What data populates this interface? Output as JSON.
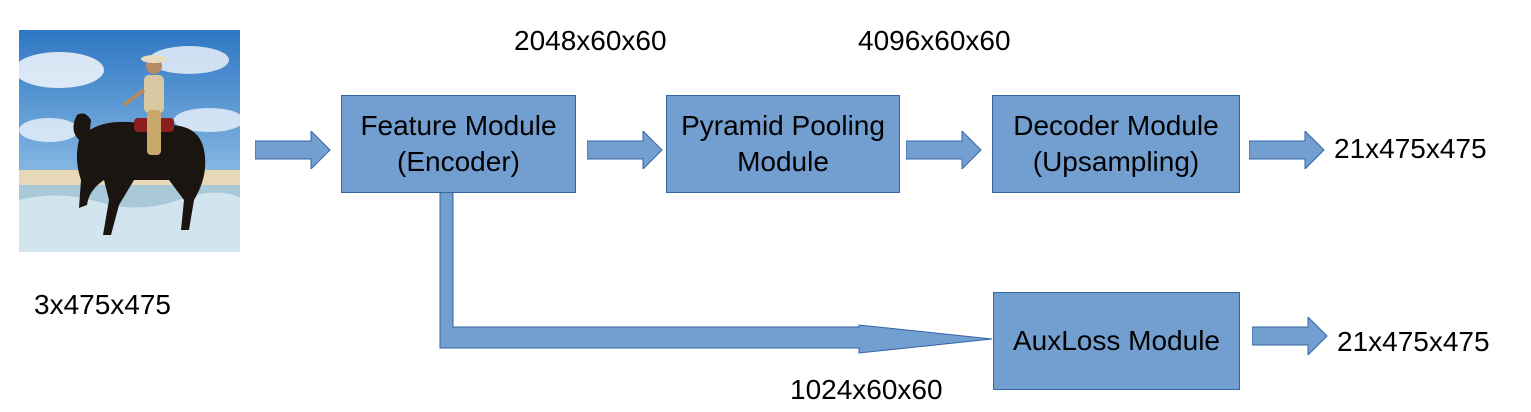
{
  "input": {
    "image_alt": "rider on horse in surf",
    "shape_label": "3x475x475"
  },
  "modules": {
    "feature": {
      "line1": "Feature Module",
      "line2": "(Encoder)"
    },
    "pyramid": {
      "line1": "Pyramid Pooling",
      "line2": "Module"
    },
    "decoder": {
      "line1": "Decoder Module",
      "line2": "(Upsampling)"
    },
    "auxloss": {
      "line1": "AuxLoss Module"
    }
  },
  "shapes": {
    "encoder_out": "2048x60x60",
    "pyramid_out": "4096x60x60",
    "decoder_out": "21x475x475",
    "aux_in": "1024x60x60",
    "aux_out": "21x475x475"
  },
  "colors": {
    "box_fill": "#729fcf",
    "box_border": "#3465a4",
    "arrow_fill": "#729fcf"
  }
}
